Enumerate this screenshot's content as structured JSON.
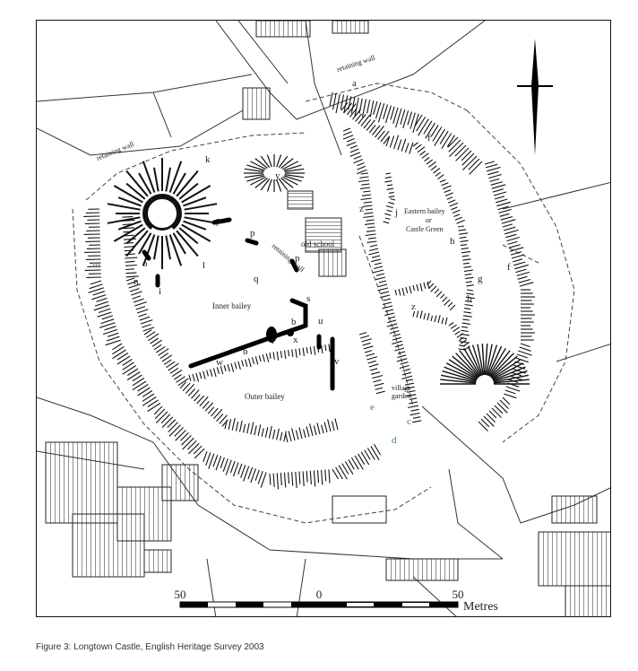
{
  "caption": "Figure 3: Longtown Castle, English Heritage Survey 2003",
  "labels": {
    "retaining_wall_nw": "retaining wall",
    "retaining_wall_ne": "retaining wall",
    "retaining_wall_mid": "retaining wall",
    "old_school": "old school",
    "inner_bailey": "Inner bailey",
    "outer_bailey": "Outer bailey",
    "eastern_bailey_1": "Eastern bailey",
    "eastern_bailey_2": "or",
    "eastern_bailey_3": "Castle Green",
    "village_garden_1": "village",
    "village_garden_2": "garden"
  },
  "letters": {
    "a": "a",
    "b1": "b",
    "b2": "b",
    "c": "c",
    "d": "d",
    "e": "e",
    "f1": "f",
    "f2": "f",
    "g": "g",
    "h1": "h",
    "h2": "h",
    "i": "i",
    "j": "j",
    "k": "k",
    "l": "l",
    "m": "m",
    "n": "n",
    "o": "o",
    "p1": "p",
    "p2": "p",
    "p3": "p",
    "q": "q",
    "r": "r",
    "s": "s",
    "u": "u",
    "v": "v",
    "w": "w",
    "x": "x",
    "y": "y",
    "z1": "z",
    "z2": "z"
  },
  "scale_bar": {
    "ticks": [
      "50",
      "0",
      "50"
    ],
    "unit": "Metres"
  },
  "colors": {
    "ink": "#111111",
    "annotation": "#3c8a3c"
  },
  "icons": {
    "north_arrow": "north-arrow-icon"
  }
}
